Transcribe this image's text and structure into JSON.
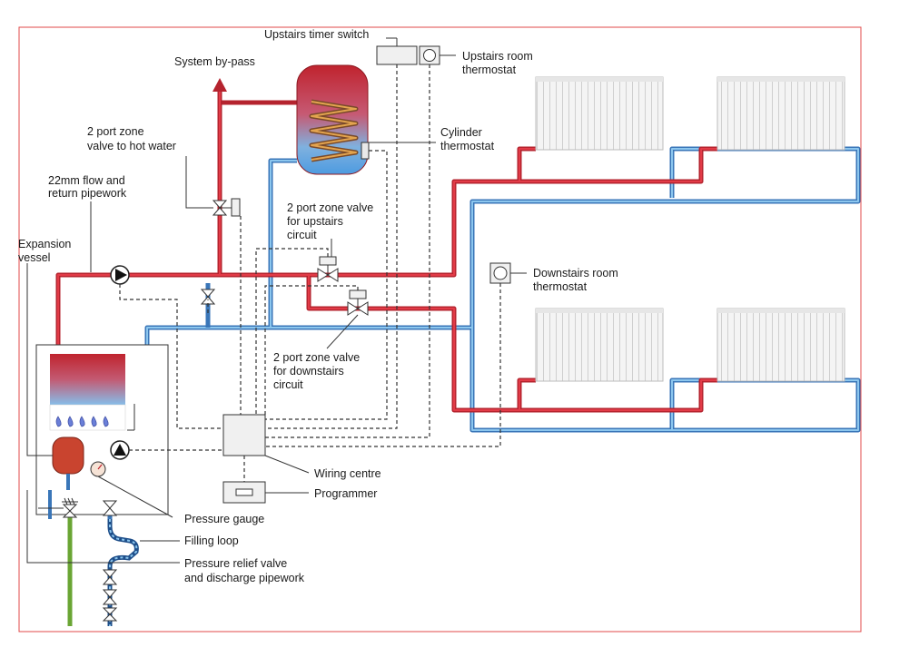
{
  "labels": {
    "upstairs_timer": "Upstairs timer switch",
    "upstairs_thermo_1": "Upstairs room",
    "upstairs_thermo_2": "thermostat",
    "bypass": "System by-pass",
    "zone_hw_1": "2 port zone",
    "zone_hw_2": "valve to hot water",
    "cyl_thermo_1": "Cylinder",
    "cyl_thermo_2": "thermostat",
    "pipework_1": "22mm flow and",
    "pipework_2": "return pipework",
    "zone_up_1": "2 port zone valve",
    "zone_up_2": "for upstairs",
    "zone_up_3": "circuit",
    "expansion_1": "Expansion",
    "expansion_2": "vessel",
    "downstairs_thermo_1": "Downstairs room",
    "downstairs_thermo_2": "thermostat",
    "zone_down_1": "2 port zone valve",
    "zone_down_2": "for downstairs",
    "zone_down_3": "circuit",
    "wiring_centre": "Wiring centre",
    "programmer": "Programmer",
    "pressure_gauge": "Pressure gauge",
    "filling_loop": "Filling loop",
    "relief_1": "Pressure relief valve",
    "relief_2": "and discharge pipework"
  },
  "colors": {
    "hot_pipe": "#b5232e",
    "cold_pipe": "#3a76b8",
    "frame": "#e04a4a",
    "drain_pipe": "#6aa534"
  }
}
